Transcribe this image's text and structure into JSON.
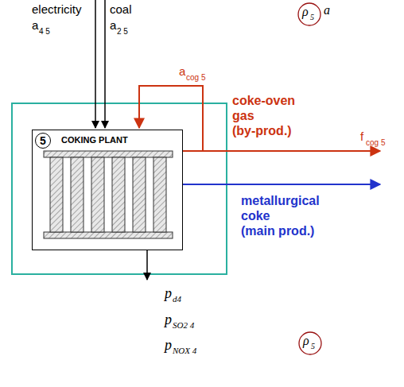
{
  "diagram": {
    "nodes": [
      {
        "text": [
          "5",
          "COKING PLANT"
        ]
      }
    ],
    "labels": [
      "electricity",
      "a",
      "4 5",
      "coal",
      "a",
      "2 5",
      "a",
      "cog 5",
      "coke-oven",
      "gas",
      "(by-prod.)",
      "f",
      "cog 5",
      "metallurgical",
      "coke",
      "(main prod.)",
      "p",
      "d4",
      "p",
      "SO2 4",
      "p",
      "NOX 4",
      "ρ",
      "5",
      "a",
      "ρ",
      "5"
    ]
  }
}
